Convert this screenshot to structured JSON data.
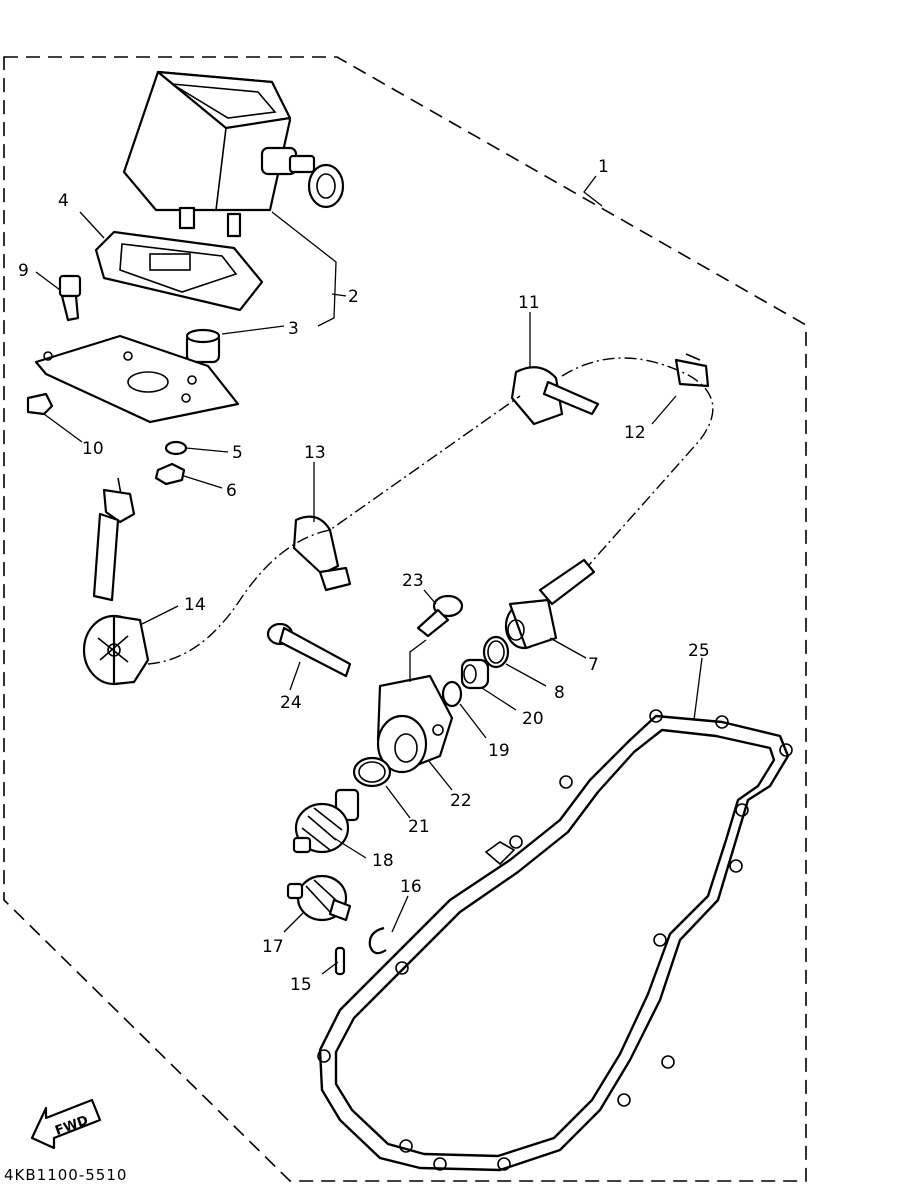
{
  "labels": {
    "p1": "1",
    "p2": "2",
    "p3": "3",
    "p4": "4",
    "p5": "5",
    "p6": "6",
    "p7": "7",
    "p8": "8",
    "p9": "9",
    "p10": "10",
    "p11": "11",
    "p12": "12",
    "p13": "13",
    "p14": "14",
    "p15": "15",
    "p16": "16",
    "p17": "17",
    "p18": "18",
    "p19": "19",
    "p20": "20",
    "p21": "21",
    "p22": "22",
    "p23": "23",
    "p24": "24",
    "p25": "25"
  },
  "fwd_label": "FWD",
  "diagram_code": "4KB1100-5510"
}
